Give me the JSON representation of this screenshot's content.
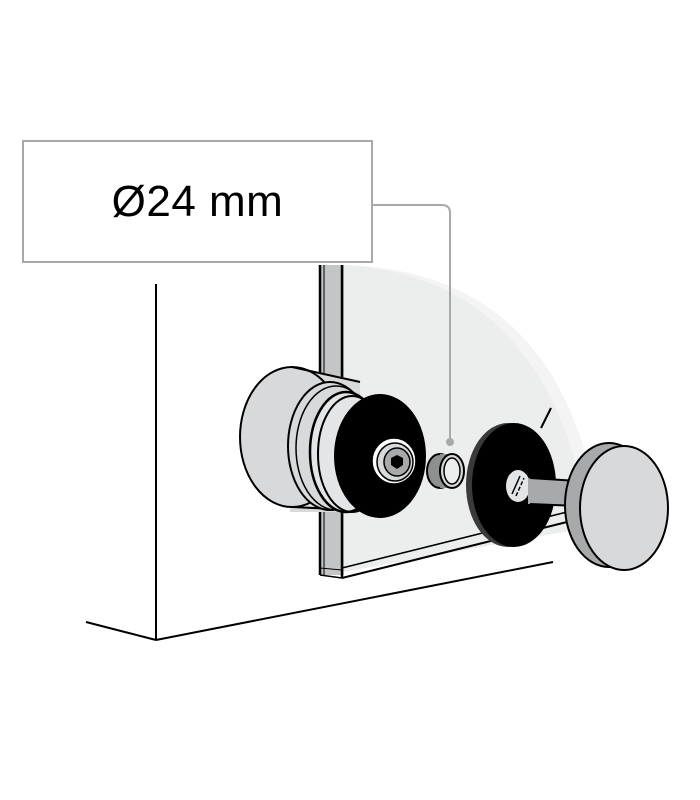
{
  "diagram": {
    "type": "exploded-assembly-illustration",
    "subject": "glass panel standoff / point fixing with cap",
    "callout": {
      "label": "Ø24 mm",
      "points_to": "spacer-sleeve"
    },
    "parts": [
      {
        "id": "wall-mount-cylinder",
        "description": "cylindrical base mounted to wall"
      },
      {
        "id": "glass-panel",
        "description": "glass pane, edge-on"
      },
      {
        "id": "rear-gasket",
        "description": "black rubber washer with hex bolt"
      },
      {
        "id": "spacer-sleeve",
        "description": "small ring sleeve (Ø24 mm)"
      },
      {
        "id": "front-gasket",
        "description": "black rubber washer with threaded hole"
      },
      {
        "id": "cap-head",
        "description": "round cap with threaded pin"
      }
    ],
    "colors": {
      "outline": "#000000",
      "metal": "#d8d9da",
      "metal_dark": "#a8a9aa",
      "glass": "#eceded",
      "glass_edge": "#c4c5c6",
      "gasket": "#000000",
      "leader": "#a9a9a9"
    }
  }
}
